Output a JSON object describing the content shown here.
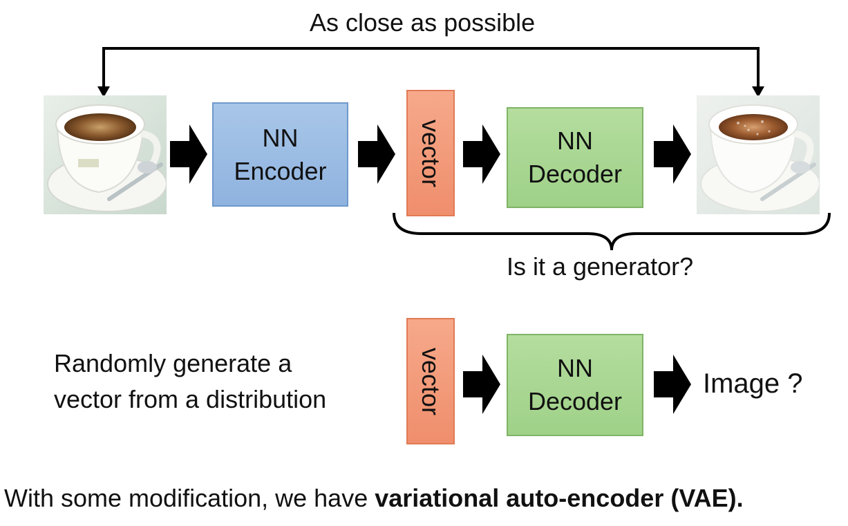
{
  "top_label": "As close as possible",
  "encoder": {
    "line1": "NN",
    "line2": "Encoder"
  },
  "vector_label": "vector",
  "decoder": {
    "line1": "NN",
    "line2": "Decoder"
  },
  "brace_label": "Is it a generator?",
  "random_text": {
    "line1": "Randomly generate a",
    "line2": "vector from a distribution"
  },
  "bottom_vector_label": "vector",
  "bottom_decoder": {
    "line1": "NN",
    "line2": "Decoder"
  },
  "image_label": "Image ?",
  "footer": {
    "prefix": "With some modification, we have ",
    "bold": "variational auto-encoder (VAE)."
  },
  "colors": {
    "encoder": "#9bbce3",
    "decoder": "#a8d792",
    "vector": "#f39b7a",
    "arrow": "#000000"
  },
  "icons": [
    "input-coffee-cup-image",
    "reconstructed-coffee-cup-image",
    "right-arrow-icon",
    "curly-brace"
  ]
}
